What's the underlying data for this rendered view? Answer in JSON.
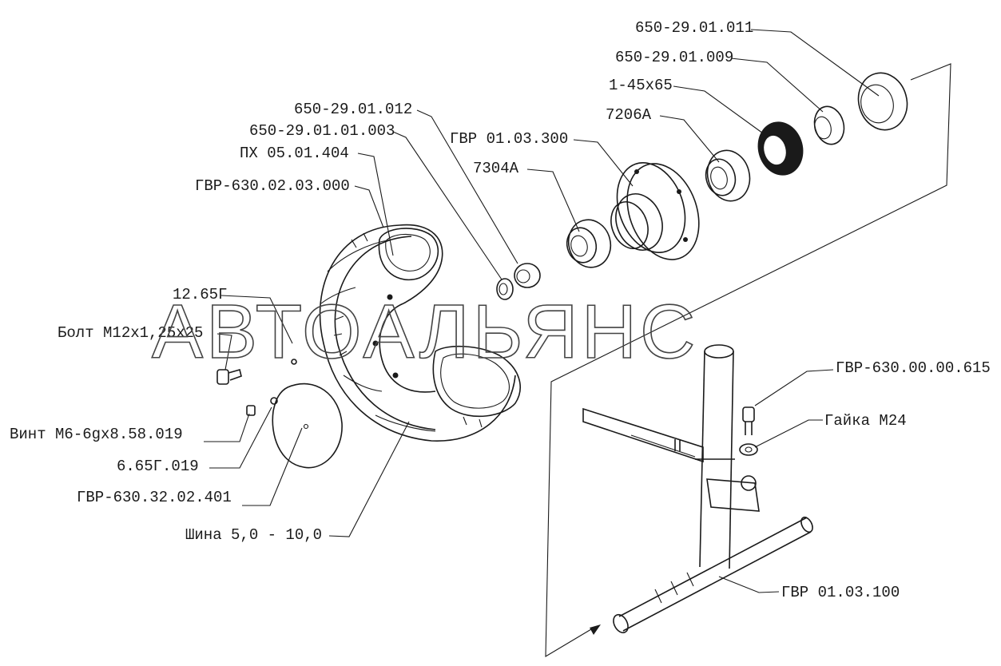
{
  "diagram": {
    "watermark": "АВТОАЛЬЯНС",
    "labels": {
      "p650_011": "650-29.01.011",
      "p650_009": "650-29.01.009",
      "p1_45x65": "1-45х65",
      "p7206": "7206А",
      "p650_012": "650-29.01.012",
      "p650_01_003": "650-29.01.01.003",
      "px05": "ПХ 05.01.404",
      "gvr_030203": "ГВР-630.02.03.000",
      "gvr_0103300": "ГВР 01.03.300",
      "p7304": "7304А",
      "p1265g": "12.65Г",
      "bolt": "Болт М12х1,25х25",
      "vint": "Винт М6-6gх8.58.019",
      "p665g": "6.65Г.019",
      "gvr_32": "ГВР-630.32.02.401",
      "shina": "Шина 5,0 - 10,0",
      "gvr_615": "ГВР-630.00.00.615",
      "gaika": "Гайка М24",
      "gvr_0103100": "ГВР 01.03.100"
    }
  }
}
